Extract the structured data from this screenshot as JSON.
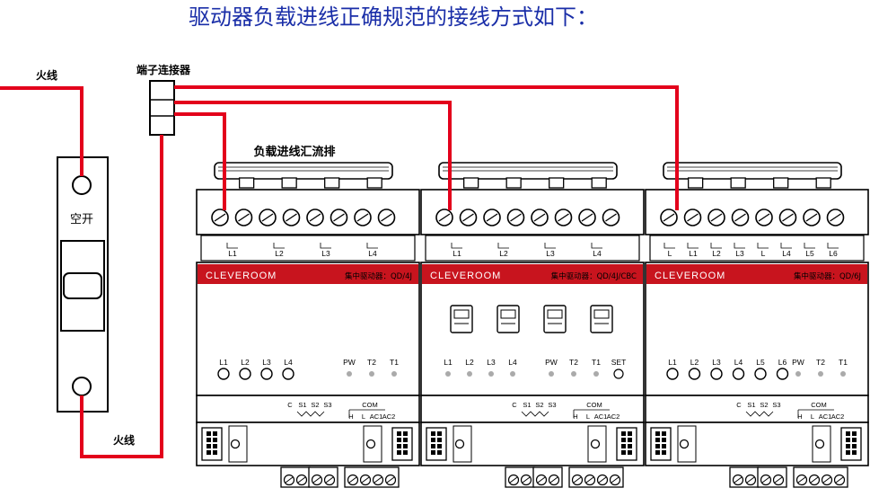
{
  "title": "驱动器负载进线正确规范的接线方式如下：",
  "labels": {
    "live_top": "火线",
    "live_bottom": "火线",
    "terminal_connector": "端子连接器",
    "load_busbar": "负载进线汇流排",
    "breaker": "空开"
  },
  "colors": {
    "wire": "#e3001b",
    "brand_band": "#c8141e"
  },
  "modules": [
    {
      "brand": "CLEVEROOM",
      "model": "集中驱动器：QD/4J",
      "relay_labels": [
        "L1",
        "L2",
        "L3",
        "L4"
      ],
      "led_channels": [
        "L1",
        "L2",
        "L3",
        "L4"
      ],
      "status_leds": [
        "PW",
        "T2",
        "T1"
      ],
      "has_switches": false
    },
    {
      "brand": "CLEVEROOM",
      "model": "集中驱动器：QD/4J/CBC",
      "relay_labels": [
        "L1",
        "L2",
        "L3",
        "L4"
      ],
      "led_channels": [
        "L1",
        "L2",
        "L3",
        "L4"
      ],
      "status_leds": [
        "PW",
        "T2",
        "T1",
        "SET"
      ],
      "has_switches": true
    },
    {
      "brand": "CLEVEROOM",
      "model": "集中驱动器：QD/6J",
      "relay_labels": [
        "L",
        "L1",
        "L2",
        "L3",
        "L",
        "L4",
        "L5",
        "L6"
      ],
      "led_channels": [
        "L1",
        "L2",
        "L3",
        "L4",
        "L5",
        "L6"
      ],
      "status_leds": [
        "PW",
        "T2",
        "T1"
      ],
      "has_switches": false
    }
  ],
  "bottom_terminals": {
    "row1": [
      "C",
      "S1",
      "S2",
      "S3",
      "COM"
    ],
    "row2": [
      "H",
      "L",
      "AC1",
      "AC2"
    ]
  }
}
